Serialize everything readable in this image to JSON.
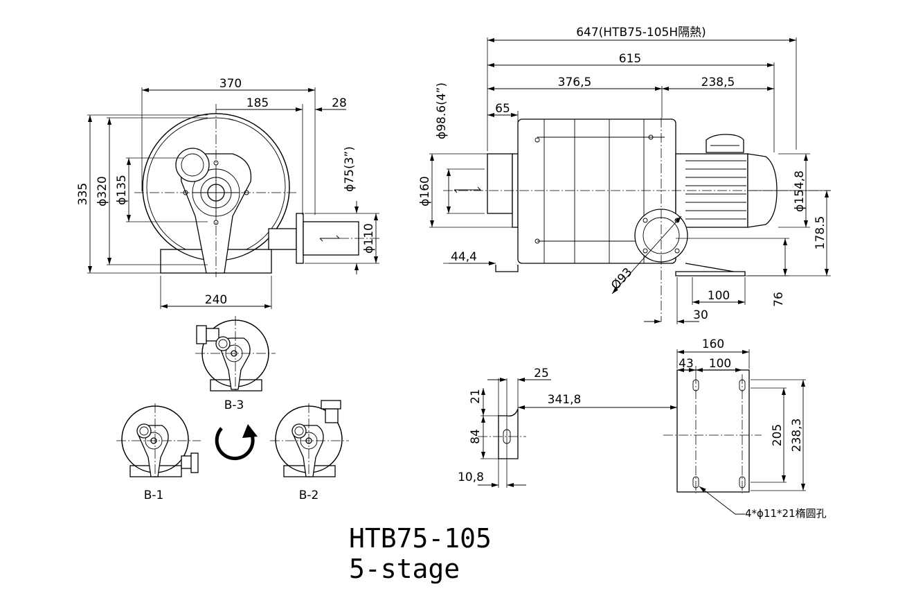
{
  "model": "HTB75-105",
  "stage": "5-stage",
  "front_view": {
    "width_370": "370",
    "offset_185": "185",
    "outlet_28": "28",
    "height_335": "335",
    "dia_320": "ϕ320",
    "dia_135": "ϕ135",
    "dia_75": "ϕ75(3”)",
    "dia_110": "ϕ110",
    "base_240": "240"
  },
  "side_view": {
    "len_647": "647(HTB75-105H隔熱)",
    "len_615": "615",
    "len_376": "376,5",
    "len_238": "238,5",
    "len_65": "65",
    "dia_98": "ϕ98.6(4”)",
    "dia_160": "ϕ160",
    "dia_154": "ϕ154,8",
    "h_178": "178.5",
    "h_44": "44,4",
    "dia_93": "Ø93",
    "len_100": "100",
    "h_76": "76",
    "len_30": "30"
  },
  "bracket_view": {
    "w_25": "25",
    "h_21": "21",
    "len_341": "341,8",
    "h_84": "84",
    "w_10": "10,8"
  },
  "base_plate": {
    "w_160": "160",
    "w_43": "43",
    "w_100": "100",
    "h_205": "205",
    "h_238": "238,3",
    "holes_note": "4*ϕ11*21楕圆孔"
  },
  "orientations": [
    "B-3",
    "B-1",
    "B-2"
  ]
}
